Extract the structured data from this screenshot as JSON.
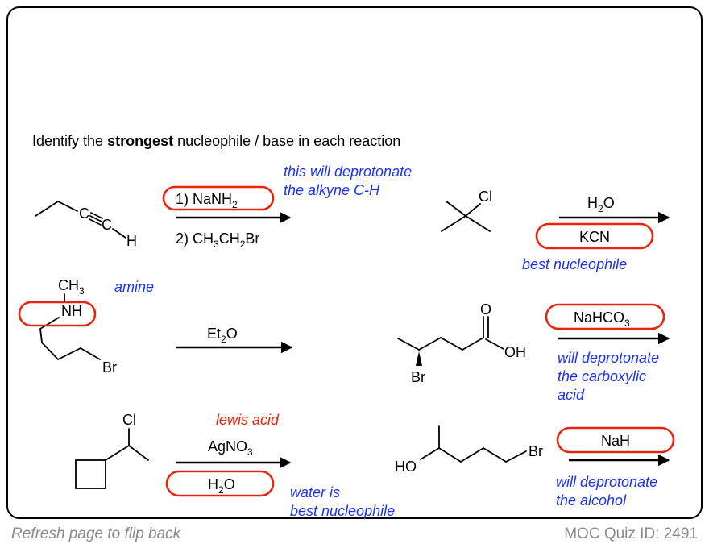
{
  "prompt": {
    "pre": "Identify the ",
    "bold": "strongest",
    "post": " nucleophile / base in each reaction"
  },
  "atoms": {
    "C": "C",
    "H": "H",
    "Cl": "Cl",
    "NH": "NH",
    "CH": "CH",
    "three": "3",
    "Br": "Br",
    "O": "O",
    "OH": "OH",
    "HO": "HO"
  },
  "reactions": [
    {
      "reagents_above": [
        {
          "main": "1) NaNH",
          "sub": "2",
          "circled": true
        }
      ],
      "reagents_below": [
        {
          "parts": [
            "2) CH",
            "3",
            "CH",
            "2",
            "Br"
          ],
          "circled": false
        }
      ],
      "note": {
        "color": "blue",
        "lines": [
          "this will deprotonate",
          "the alkyne C-H"
        ]
      }
    },
    {
      "reagents_above": [
        {
          "parts": [
            "H",
            "2",
            "O"
          ],
          "circled": false
        }
      ],
      "reagents_below": [
        {
          "main": "KCN",
          "circled": true
        }
      ],
      "note": {
        "color": "blue",
        "lines": [
          "best nucleophile"
        ]
      }
    },
    {
      "reagents_above": [
        {
          "parts": [
            "Et",
            "2",
            "O"
          ],
          "circled": false
        }
      ],
      "reagents_below": [],
      "note": {
        "color": "blue",
        "lines": [
          "amine"
        ]
      }
    },
    {
      "reagents_above": [
        {
          "main": "NaHCO",
          "sub": "3",
          "circled": true
        }
      ],
      "reagents_below": [],
      "note": {
        "color": "blue",
        "lines": [
          "will deprotonate",
          "the carboxylic",
          "acid"
        ]
      }
    },
    {
      "reagents_above": [
        {
          "main": "AgNO",
          "sub": "3",
          "circled": false
        }
      ],
      "reagents_below": [
        {
          "parts": [
            "H",
            "2",
            "O"
          ],
          "circled": true
        }
      ],
      "note": {
        "color": "red",
        "lines": [
          "lewis acid"
        ]
      },
      "note2": {
        "color": "blue",
        "lines": [
          "water is",
          "best nucleophile"
        ]
      }
    },
    {
      "reagents_above": [
        {
          "main": "NaH",
          "circled": true
        }
      ],
      "reagents_below": [],
      "note": {
        "color": "blue",
        "lines": [
          "will deprotonate",
          "the alcohol"
        ]
      }
    }
  ],
  "colors": {
    "highlight_red": "#e8250c",
    "note_blue": "#1c32f5",
    "footer_gray": "#8a8a8a"
  },
  "footer": {
    "left": "Refresh page to flip back",
    "right": "MOC Quiz ID: 2491"
  }
}
